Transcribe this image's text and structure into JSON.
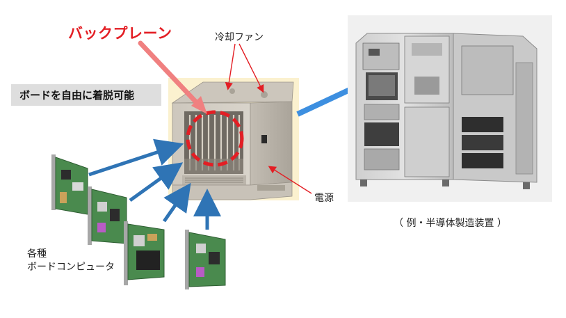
{
  "labels": {
    "backplane": "バックプレーン",
    "cooling_fan": "冷却ファン",
    "board_removable": "ボードを自由に着脱可能",
    "power_supply": "電源",
    "example_caption": "（ 例・半導体製造装置 ）",
    "boards_line1": "各種",
    "boards_line2": "ボードコンピュータ"
  },
  "colors": {
    "accent_red": "#e31e24",
    "arrow_blue": "#2f74b5",
    "arrow_light_blue": "#3d8fe0",
    "pink_arrow": "#f08080",
    "badge_gray": "#dedede",
    "chassis_bg": "#fbf1cf"
  }
}
